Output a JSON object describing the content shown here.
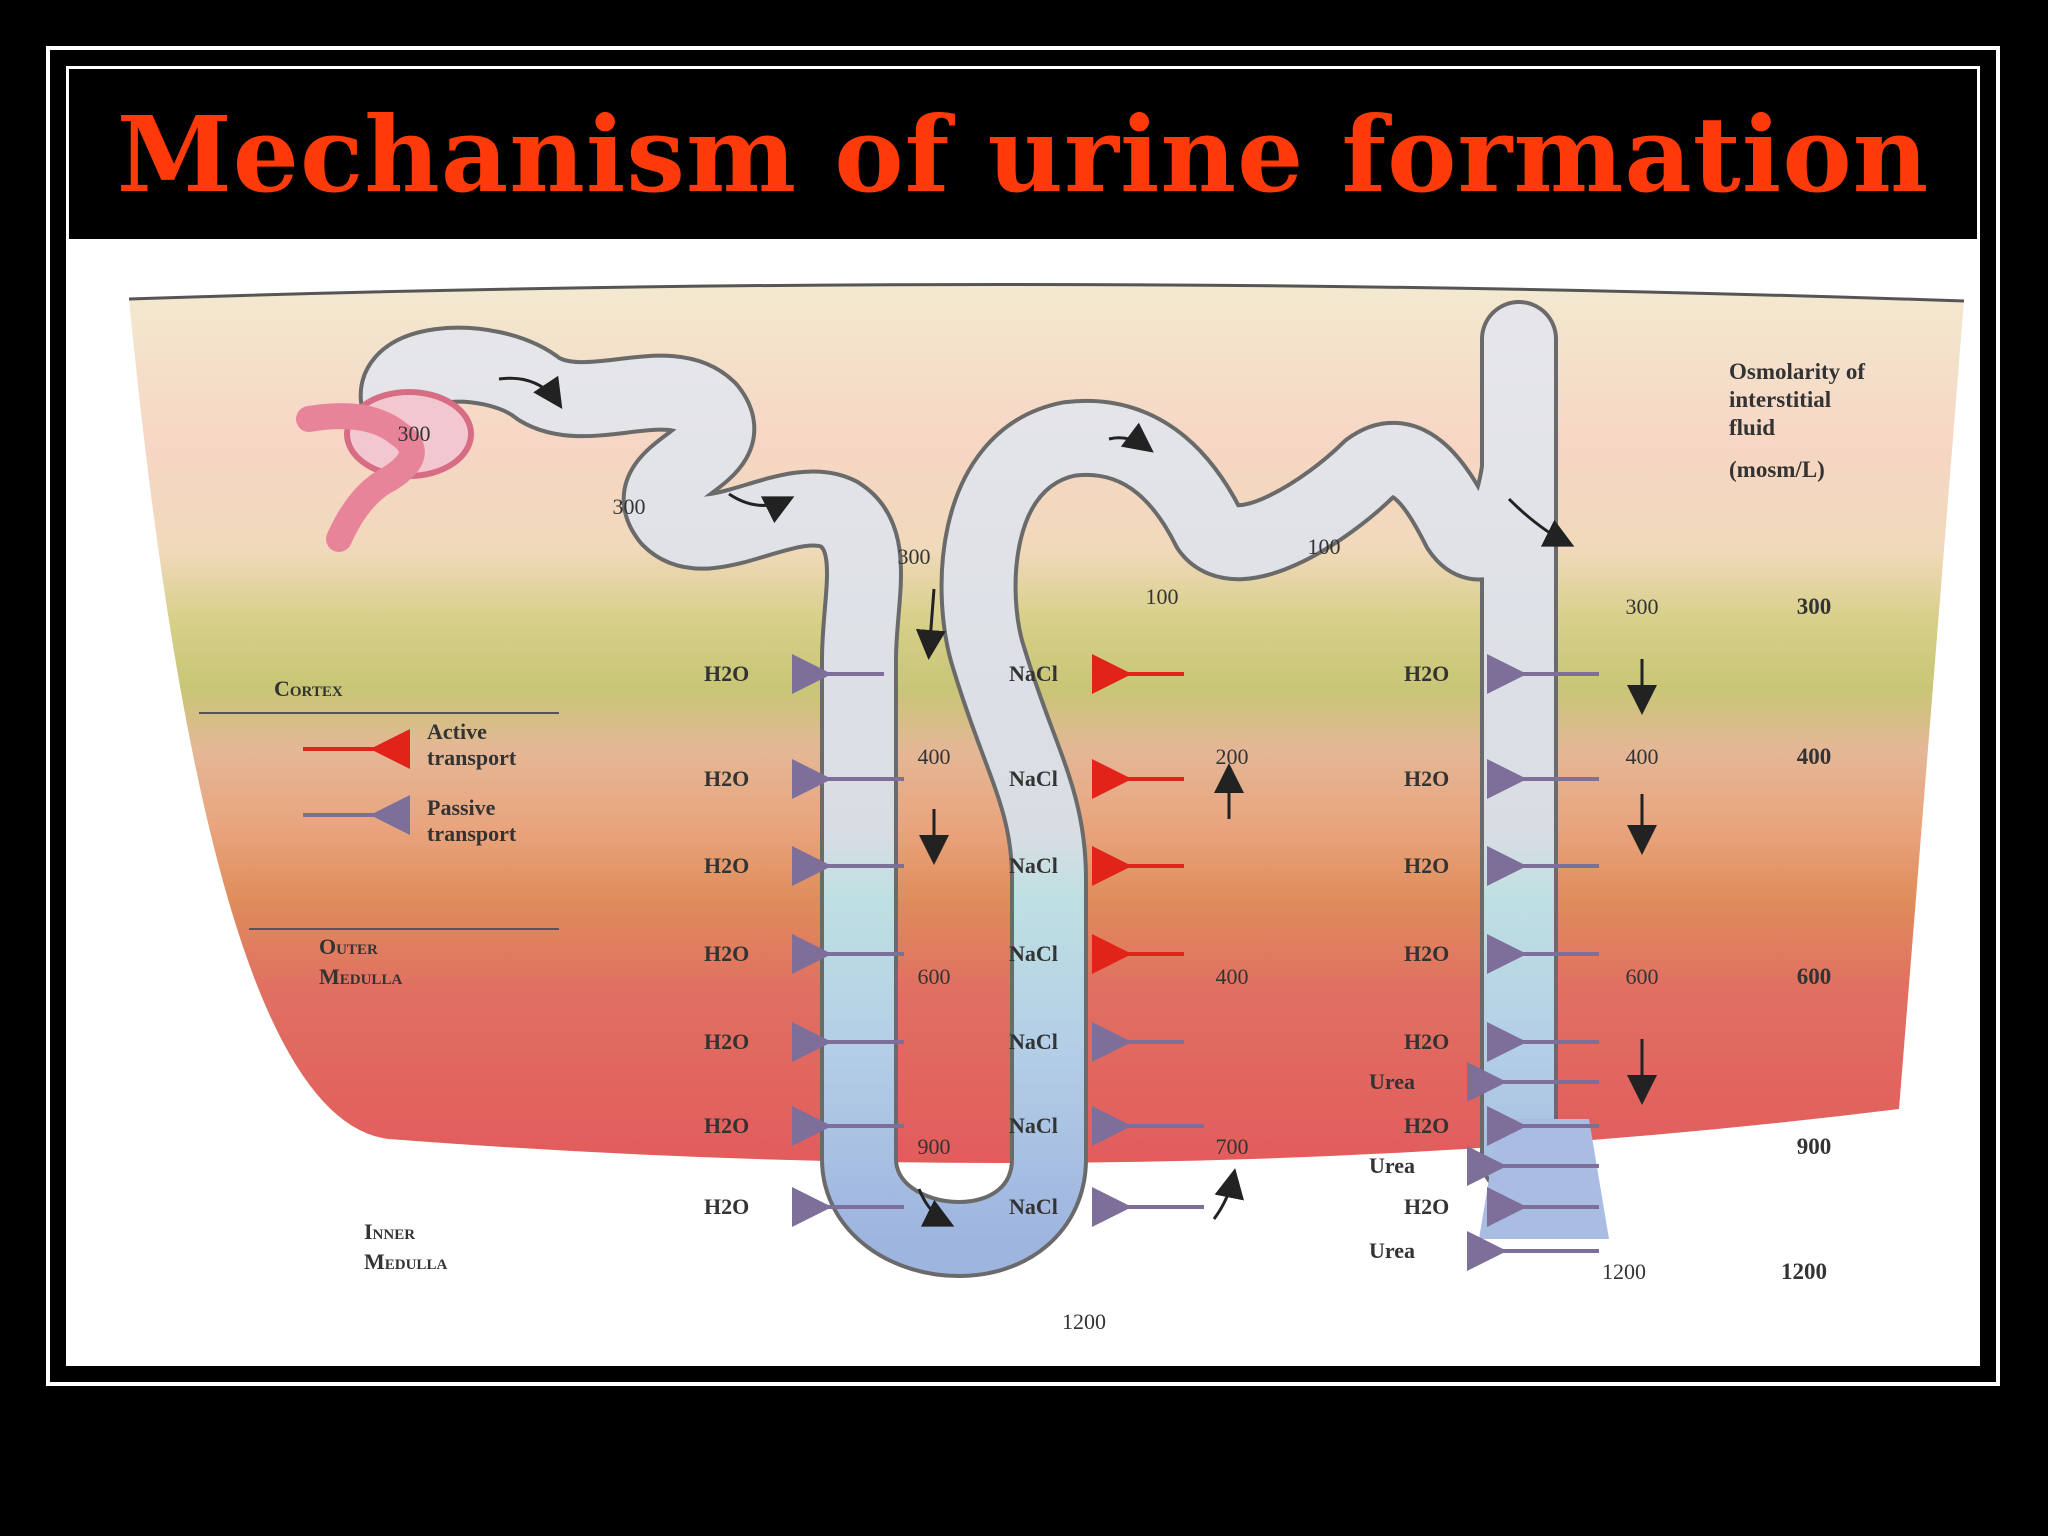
{
  "title": "Mechanism of urine formation",
  "colors": {
    "title": "#ff3a0a",
    "active": "#e2231a",
    "passive": "#7d6f99",
    "tubule": "#dfe1e6"
  },
  "zones": {
    "cortex": "Cortex",
    "outer_medulla": [
      "Outer",
      "Medulla"
    ],
    "inner_medulla": [
      "Inner",
      "Medulla"
    ]
  },
  "legend": {
    "active": [
      "Active",
      "transport"
    ],
    "passive": [
      "Passive",
      "transport"
    ]
  },
  "interstitial": {
    "header": [
      "Osmolarity of",
      "interstitial",
      "fluid",
      "(mosm/L)"
    ],
    "values": [
      "300",
      "400",
      "600",
      "900",
      "1200"
    ]
  },
  "tubule_values": {
    "glomerulus": "300",
    "pct_upper": "300",
    "pct_lower": "300",
    "desc_400": "400",
    "desc_600": "600",
    "desc_900": "900",
    "loop_bottom": "1200",
    "asc_top": "100",
    "asc_200": "200",
    "asc_400": "400",
    "asc_700": "700",
    "dct": "100",
    "cd_300": "300",
    "cd_400": "400",
    "cd_600": "600",
    "cd_1200": "1200"
  },
  "flows": {
    "descending": [
      "H2O",
      "H2O",
      "H2O",
      "H2O",
      "H2O",
      "H2O",
      "H2O"
    ],
    "ascending": [
      "NaCl",
      "NaCl",
      "NaCl",
      "NaCl",
      "NaCl",
      "NaCl",
      "NaCl"
    ],
    "collecting": [
      "H2O",
      "H2O",
      "H2O",
      "H2O",
      "H2O",
      "Urea",
      "H2O",
      "Urea",
      "H2O",
      "Urea"
    ]
  }
}
